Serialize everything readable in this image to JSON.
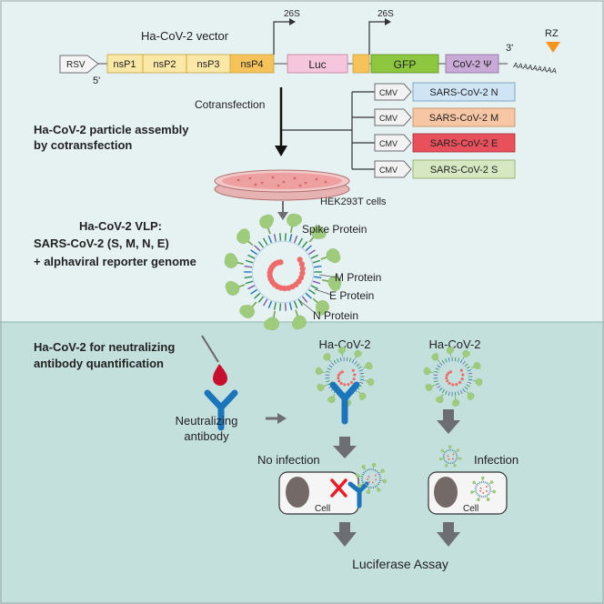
{
  "colors": {
    "top_bg": "#e6f1f1",
    "bottom_bg": "#c3e0dd",
    "nsp": "#fbe8a6",
    "nsp4": "#f6c35a",
    "luc": "#f6c6dc",
    "gfp": "#8dc63f",
    "psi": "#c9a9d6",
    "rz": "#f7941d",
    "gene_n": "#cfe4f5",
    "gene_m": "#f7c6a4",
    "gene_e": "#e8505b",
    "gene_s": "#d6e8c1",
    "spike": "#9fcb7c",
    "rna": "#ef6b6b",
    "antibody": "#1b75bb",
    "arrow": "#6d6e71",
    "x_mark": "#ed1c24"
  },
  "vector": {
    "title": "Ha-CoV-2 vector",
    "rsv": "RSV",
    "five_prime": "5'",
    "three_prime": "3'",
    "nsp1": "nsP1",
    "nsp2": "nsP2",
    "nsp3": "nsP3",
    "nsp4": "nsP4",
    "promoter_1": "26S",
    "promoter_2": "26S",
    "luc": "Luc",
    "gfp": "GFP",
    "psi": "CoV-2 Ψ",
    "polya": "AAAAAAAAA",
    "rz": "RZ"
  },
  "assembly": {
    "cotransfection": "Cotransfection",
    "heading_line1": "Ha-CoV-2 particle assembly",
    "heading_line2": "by cotransfection",
    "cells_label": "HEK293T cells",
    "promoter": "CMV",
    "genes": [
      "SARS-CoV-2 N",
      "SARS-CoV-2 M",
      "SARS-CoV-2 E",
      "SARS-CoV-2 S"
    ]
  },
  "vlp": {
    "heading": "Ha-CoV-2 VLP:",
    "line1": "SARS-CoV-2 (S, M, N, E)",
    "line2": "+ alphaviral reporter genome",
    "spike_label": "Spike Protein",
    "m_label": "M Protein",
    "e_label": "E Protein",
    "n_label": "N Protein"
  },
  "neutralization": {
    "heading_line1": "Ha-CoV-2 for neutralizing",
    "heading_line2": "antibody quantification",
    "virus_label_left": "Ha-CoV-2",
    "virus_label_right": "Ha-CoV-2",
    "antibody_line1": "Neutralizing",
    "antibody_line2": "antibody",
    "no_infection": "No infection",
    "infection": "Infection",
    "cell_left": "Cell",
    "cell_right": "Cell",
    "assay": "Luciferase Assay"
  }
}
